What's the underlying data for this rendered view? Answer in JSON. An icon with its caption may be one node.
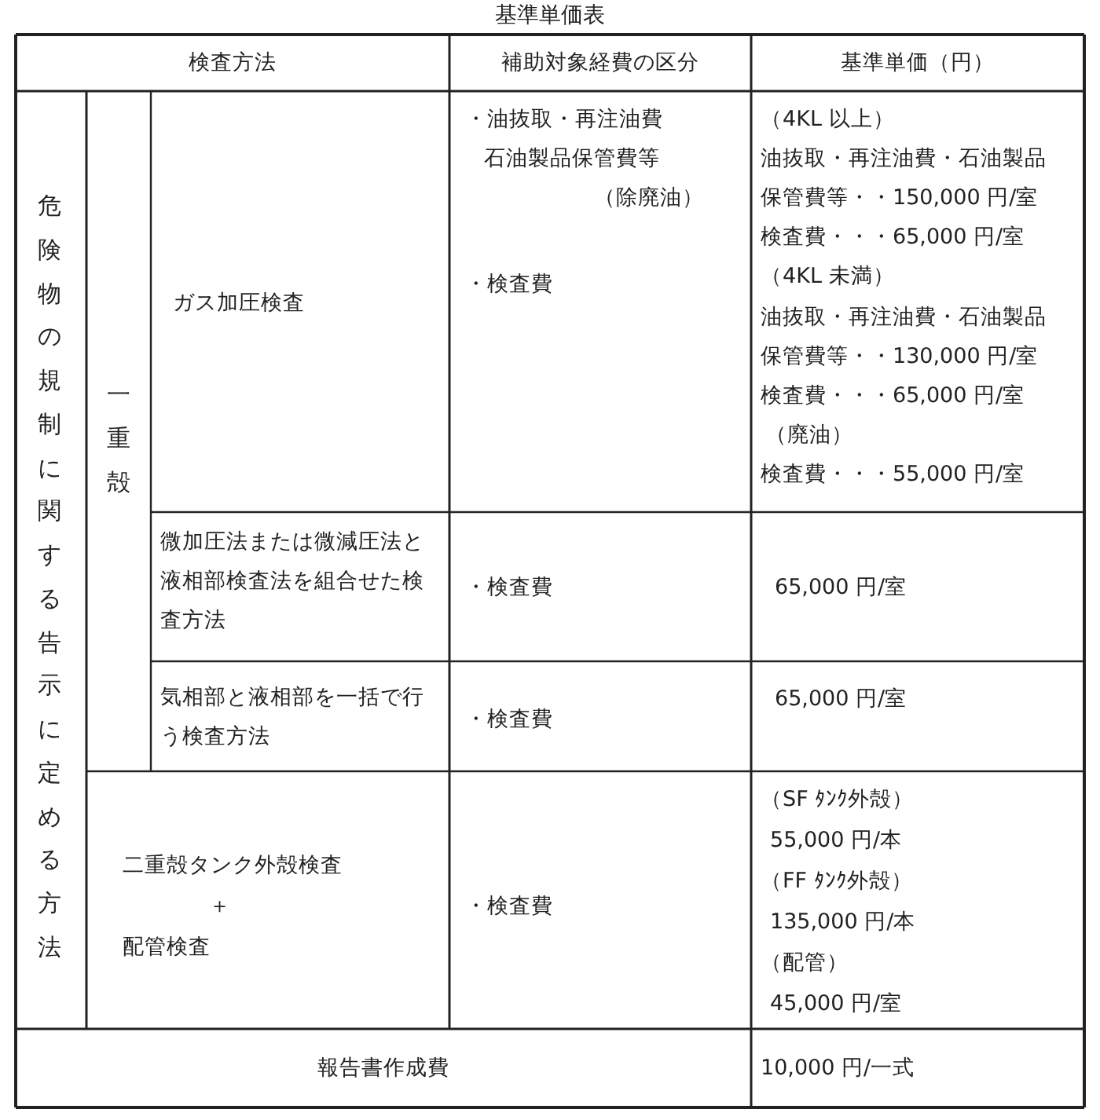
{
  "diagram": {
    "title": "基準単価表",
    "labels": [
      "検査方法",
      "補助対象経費の区分",
      "基準単価（円）",
      "危険物の規制に関する告示に定める方法",
      "一重殻",
      "ガス加圧検査",
      "・油抜取・再注油費",
      "石油製品保管費等",
      "（除廃油）",
      "・検査費",
      "（4KL 以上）",
      "油抜取・再注油費・石油製品",
      "保管費等・・150,000 円/室",
      "検査費・・・65,000 円/室",
      "（4KL 未満）",
      "油抜取・再注油費・石油製品",
      "保管費等・・130,000 円/室",
      "検査費・・・65,000 円/室",
      "（廃油）",
      "検査費・・・55,000 円/室",
      "微加圧法または微減圧法と液相部検査法を組合せた検査方法",
      "・検査費",
      "65,000 円/室",
      "気相部と液相部を一括で行う検査方法",
      "・検査費",
      "65,000 円/室",
      "二重殻タンク外殻検査",
      "＋",
      "配管検査",
      "・検査費",
      "（SF ﾀﾝｸ外殻）",
      "55,000 円/本",
      "（FF ﾀﾝｸ外殻）",
      "135,000 円/本",
      "（配管）",
      "45,000 円/室",
      "報告書作成費",
      "10,000 円/一式"
    ]
  }
}
